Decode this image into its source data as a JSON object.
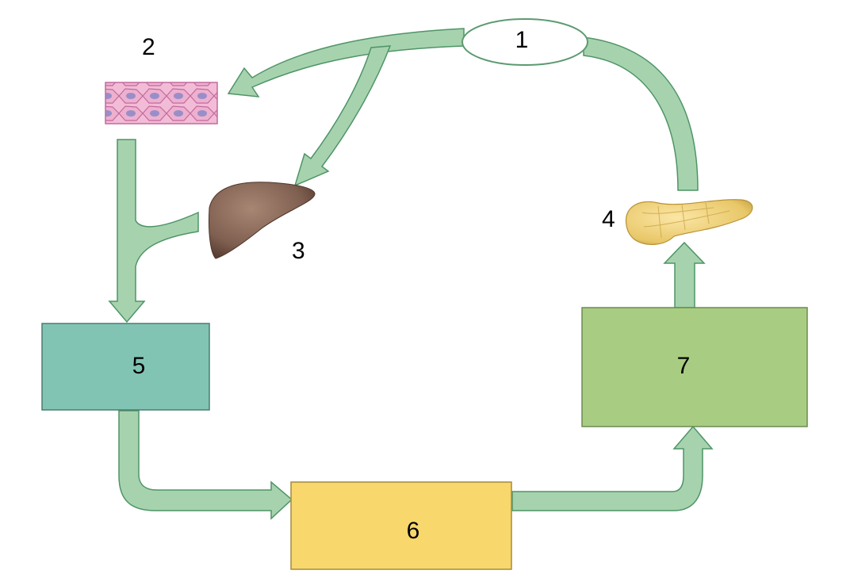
{
  "labels": {
    "node1": "1",
    "node2": "2",
    "node3": "3",
    "node4": "4",
    "box5": "5",
    "box6": "6",
    "box7": "7"
  },
  "colors": {
    "arrow_fill": "#a6d3ad",
    "arrow_stroke": "#4f9468",
    "box5": "#82c4b4",
    "box6": "#f8d76d",
    "box7": "#a8cd82",
    "ellipse_fill": "#ffffff",
    "ellipse_stroke": "#5b9a70"
  },
  "icons": {
    "node2": "epithelial-tissue-icon",
    "node3": "liver-icon",
    "node4": "pancreas-icon"
  }
}
